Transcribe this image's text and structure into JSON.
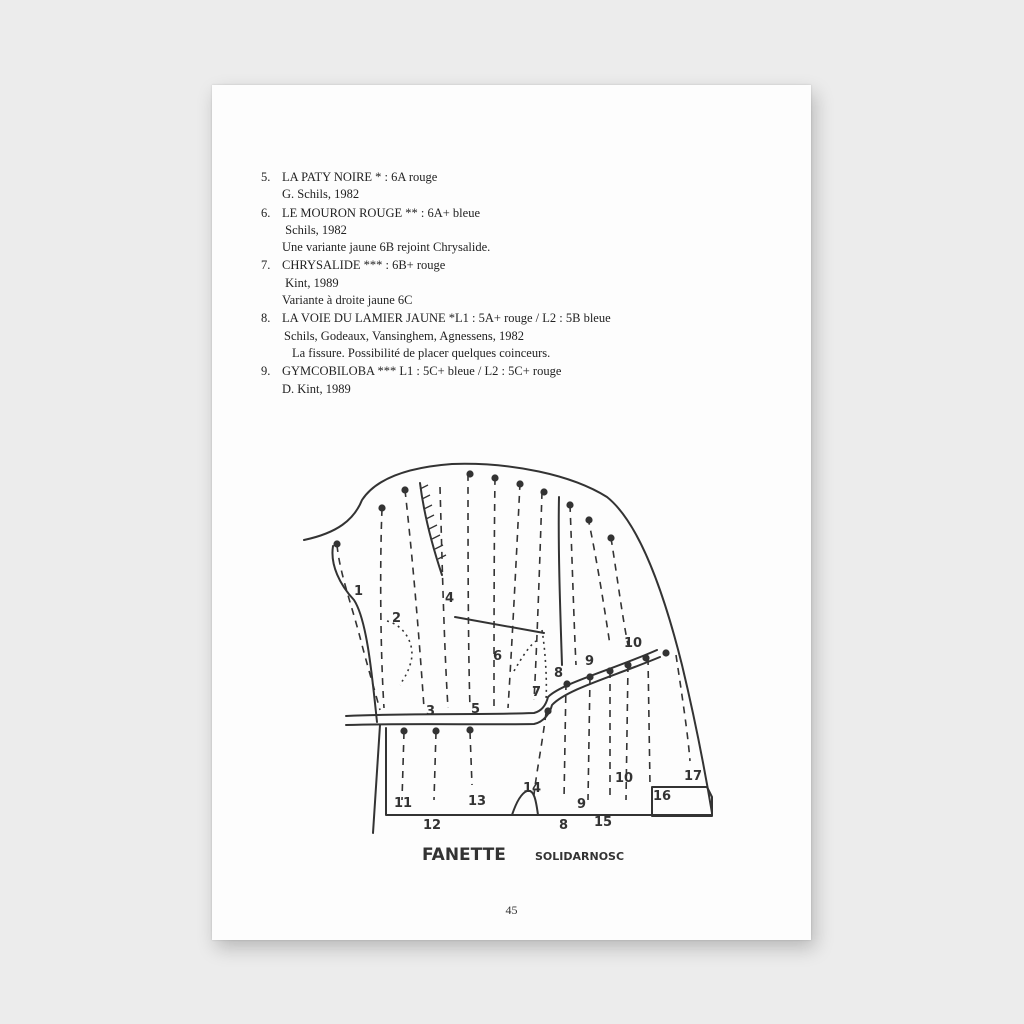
{
  "routes": [
    {
      "num": "5.",
      "title": "LA PATY NOIRE * : 6A rouge",
      "lines": [
        "G. Schils, 1982"
      ]
    },
    {
      "num": "6.",
      "title": "LE MOURON ROUGE ** : 6A+ bleue",
      "lines": [
        " Schils, 1982",
        "Une variante jaune 6B rejoint Chrysalide."
      ]
    },
    {
      "num": "7.",
      "title": "CHRYSALIDE *** : 6B+ rouge",
      "lines": [
        " Kint, 1989",
        "Variante à droite jaune 6C"
      ]
    },
    {
      "num": "8.",
      "title": "LA VOIE DU LAMIER JAUNE *L1 : 5A+ rouge / L2 : 5B bleue",
      "lines": [
        "Schils, Godeaux, Vansinghem, Agnessens, 1982",
        "La fissure. Possibilité de placer quelques coinceurs."
      ]
    },
    {
      "num": "9.",
      "title": "GYMCOBILOBA *** L1 : 5C+ bleue / L2 : 5C+ rouge",
      "lines": [
        "D. Kint, 1989"
      ]
    }
  ],
  "topo": {
    "labels": {
      "r1": "1",
      "r2": "2",
      "r3": "3",
      "r4": "4",
      "r5": "5",
      "r6": "6",
      "r7": "7",
      "r8top": "8",
      "r9top": "9",
      "r10top": "10",
      "r8": "8",
      "r9": "9",
      "r10": "10",
      "r11": "11",
      "r12": "12",
      "r13": "13",
      "r14": "14",
      "r15": "15",
      "r16": "16",
      "r17": "17"
    },
    "caption_main": "FANETTE",
    "caption_sub": "SOLIDARNOSC"
  },
  "page_number": "45"
}
